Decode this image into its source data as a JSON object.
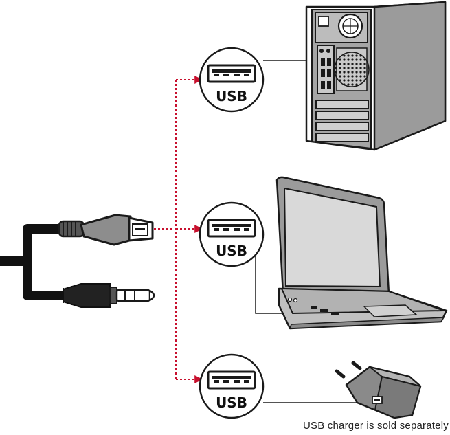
{
  "badges": [
    {
      "label": "USB"
    },
    {
      "label": "USB"
    },
    {
      "label": "USB"
    }
  ],
  "caption": "USB charger is sold separately",
  "colors": {
    "connector_line": "#c8102e",
    "outline": "#1a1a1a",
    "device_gray": "#9b9b9b",
    "cable": "#111111"
  },
  "icons": [
    "cable-icon",
    "usb-plug-icon",
    "audio-jack-icon",
    "desktop-tower-icon",
    "laptop-icon",
    "wall-charger-icon"
  ]
}
